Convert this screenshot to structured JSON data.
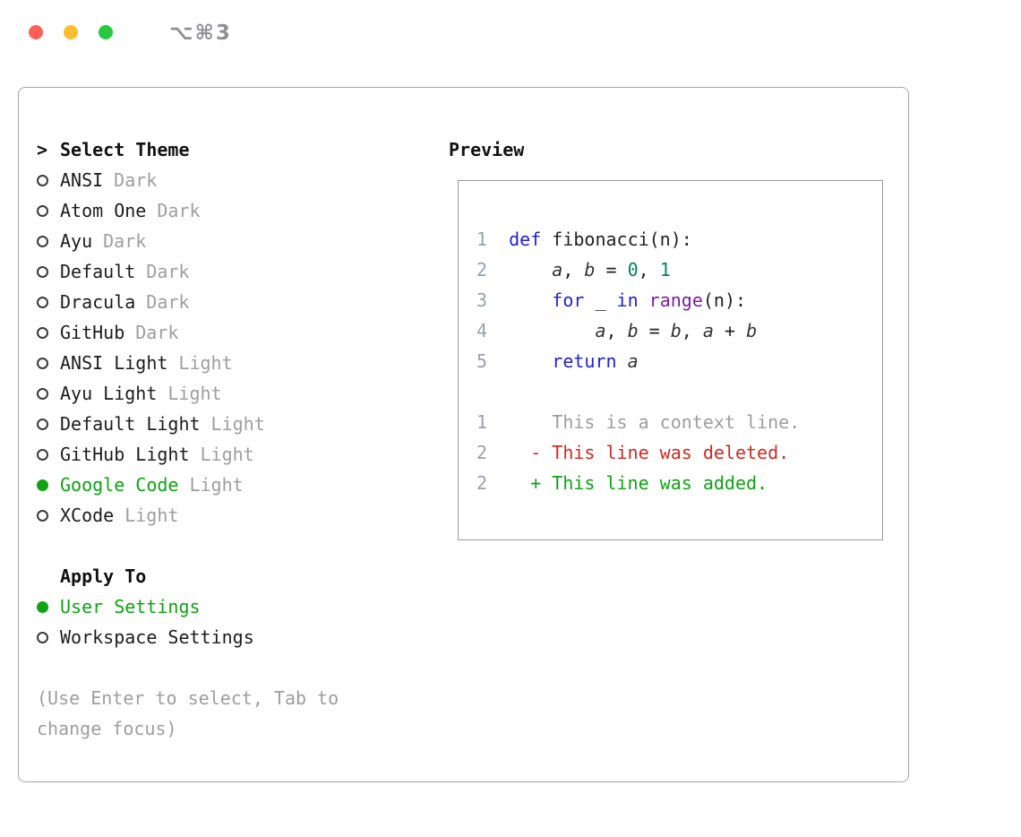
{
  "window": {
    "shortcut": "⌥⌘3",
    "traffic_lights": [
      "close",
      "minimize",
      "zoom"
    ]
  },
  "theme_selector": {
    "prompt": ">",
    "title": "Select Theme",
    "themes": [
      {
        "name": "ANSI",
        "variant": "Dark",
        "selected": false
      },
      {
        "name": "Atom One",
        "variant": "Dark",
        "selected": false
      },
      {
        "name": "Ayu",
        "variant": "Dark",
        "selected": false
      },
      {
        "name": "Default",
        "variant": "Dark",
        "selected": false
      },
      {
        "name": "Dracula",
        "variant": "Dark",
        "selected": false
      },
      {
        "name": "GitHub",
        "variant": "Dark",
        "selected": false
      },
      {
        "name": "ANSI Light",
        "variant": "Light",
        "selected": false
      },
      {
        "name": "Ayu Light",
        "variant": "Light",
        "selected": false
      },
      {
        "name": "Default Light",
        "variant": "Light",
        "selected": false
      },
      {
        "name": "GitHub Light",
        "variant": "Light",
        "selected": false
      },
      {
        "name": "Google Code",
        "variant": "Light",
        "selected": true
      },
      {
        "name": "XCode",
        "variant": "Light",
        "selected": false
      }
    ],
    "apply_to": {
      "title": "Apply To",
      "options": [
        {
          "label": "User Settings",
          "selected": true
        },
        {
          "label": "Workspace Settings",
          "selected": false
        }
      ]
    },
    "help_text": "(Use Enter to select, Tab to change focus)"
  },
  "preview": {
    "title": "Preview",
    "code_lines": [
      {
        "num": "1",
        "tokens": [
          {
            "s": "kw",
            "t": "def"
          },
          {
            "s": "plain",
            "t": " fibonacci(n):"
          }
        ]
      },
      {
        "num": "2",
        "tokens": [
          {
            "s": "plain",
            "t": "    "
          },
          {
            "s": "var",
            "t": "a"
          },
          {
            "s": "plain",
            "t": ", "
          },
          {
            "s": "var",
            "t": "b"
          },
          {
            "s": "plain",
            "t": " = "
          },
          {
            "s": "lit",
            "t": "0"
          },
          {
            "s": "plain",
            "t": ", "
          },
          {
            "s": "lit",
            "t": "1"
          }
        ]
      },
      {
        "num": "3",
        "tokens": [
          {
            "s": "plain",
            "t": "    "
          },
          {
            "s": "kw",
            "t": "for"
          },
          {
            "s": "plain",
            "t": " _ "
          },
          {
            "s": "kw",
            "t": "in"
          },
          {
            "s": "plain",
            "t": " "
          },
          {
            "s": "builtin",
            "t": "range"
          },
          {
            "s": "plain",
            "t": "(n):"
          }
        ]
      },
      {
        "num": "4",
        "tokens": [
          {
            "s": "plain",
            "t": "        "
          },
          {
            "s": "var",
            "t": "a"
          },
          {
            "s": "plain",
            "t": ", "
          },
          {
            "s": "var",
            "t": "b"
          },
          {
            "s": "plain",
            "t": " = "
          },
          {
            "s": "var",
            "t": "b"
          },
          {
            "s": "plain",
            "t": ", "
          },
          {
            "s": "var",
            "t": "a"
          },
          {
            "s": "plain",
            "t": " + "
          },
          {
            "s": "var",
            "t": "b"
          }
        ]
      },
      {
        "num": "5",
        "tokens": [
          {
            "s": "plain",
            "t": "    "
          },
          {
            "s": "kw",
            "t": "return"
          },
          {
            "s": "plain",
            "t": " "
          },
          {
            "s": "var",
            "t": "a"
          }
        ]
      }
    ],
    "diff_lines": [
      {
        "num": "1",
        "kind": "context",
        "text": "    This is a context line."
      },
      {
        "num": "2",
        "kind": "deleted",
        "text": "  - This line was deleted."
      },
      {
        "num": "2",
        "kind": "added",
        "text": "  + This line was added."
      }
    ]
  },
  "colors": {
    "accent_green": "#0fa314",
    "diff_red": "#cf2a21",
    "keyword_blue": "#2222cc",
    "literal_teal": "#067f66",
    "builtin_purple": "#7b1fa2",
    "muted_gray": "#9e9e9e",
    "line_number_gray": "#97a1ab",
    "panel_border_gray": "#a6a6a6",
    "traffic_red": "#ff5f57",
    "traffic_yellow": "#febc2e",
    "traffic_green": "#28c840"
  }
}
